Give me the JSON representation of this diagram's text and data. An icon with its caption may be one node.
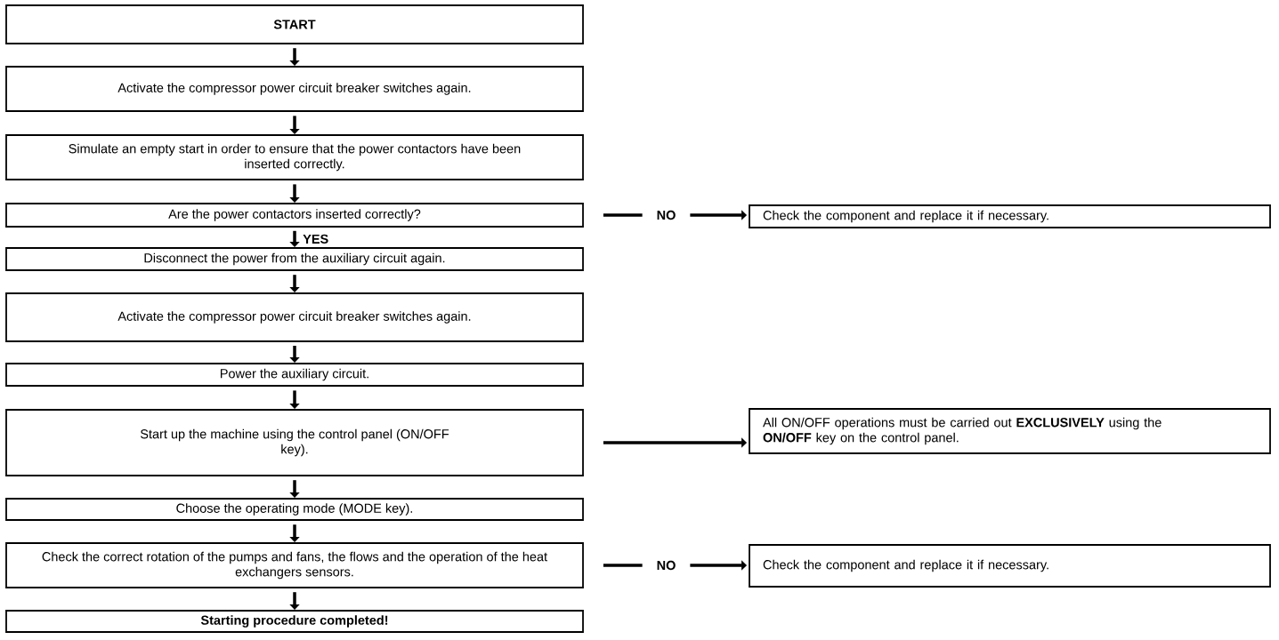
{
  "diagram": {
    "nodes": [
      {
        "text": [
          "START"
        ]
      },
      {
        "text": [
          "Activate the compressor power circuit breaker switches again."
        ]
      },
      {
        "text": [
          "Simulate an empty start in order to ensure that the power contactors have been inserted correctly."
        ]
      },
      {
        "text": [
          "Are the power contactors inserted correctly?"
        ]
      },
      {
        "text": [
          "Disconnect the power from the auxiliary circuit again."
        ]
      },
      {
        "text": [
          "Activate the compressor power circuit breaker switches again."
        ]
      },
      {
        "text": [
          "Power the auxiliary circuit."
        ]
      },
      {
        "text": [
          "Start up the machine using the control panel (ON/OFF key)."
        ]
      },
      {
        "text": [
          "Choose the operating mode (MODE key)."
        ]
      },
      {
        "text": [
          "Check the correct rotation of the pumps and fans, the flows and the operation of the heat exchangers sensors."
        ]
      },
      {
        "text": [
          "Starting procedure completed!"
        ]
      },
      {
        "text": [
          "Check the component and replace it if necessary."
        ]
      },
      {
        "text": [
          "All ON/OFF operations must be carried out **EXCLUSIVELY** using the **ON/OFF** key on the control panel."
        ]
      },
      {
        "text": [
          "Check the component and replace it if necessary."
        ]
      }
    ],
    "edges": [
      {
        "from": 0,
        "to": 1,
        "arrow": "to"
      },
      {
        "from": 1,
        "to": 2,
        "arrow": "to"
      },
      {
        "from": 2,
        "to": 3,
        "arrow": "to"
      },
      {
        "from": 3,
        "to": 4,
        "arrow": "to",
        "label": "YES"
      },
      {
        "from": 4,
        "to": 5,
        "arrow": "to"
      },
      {
        "from": 5,
        "to": 6,
        "arrow": "to"
      },
      {
        "from": 6,
        "to": 7,
        "arrow": "to"
      },
      {
        "from": 7,
        "to": 8,
        "arrow": "to"
      },
      {
        "from": 8,
        "to": 9,
        "arrow": "to"
      },
      {
        "from": 9,
        "to": 10,
        "arrow": "to"
      },
      {
        "from": 3,
        "to": 11,
        "arrow": "to",
        "label": "NO"
      },
      {
        "from": 7,
        "to": 12,
        "arrow": "to"
      },
      {
        "from": 9,
        "to": 13,
        "arrow": "to",
        "label": "NO"
      }
    ]
  }
}
